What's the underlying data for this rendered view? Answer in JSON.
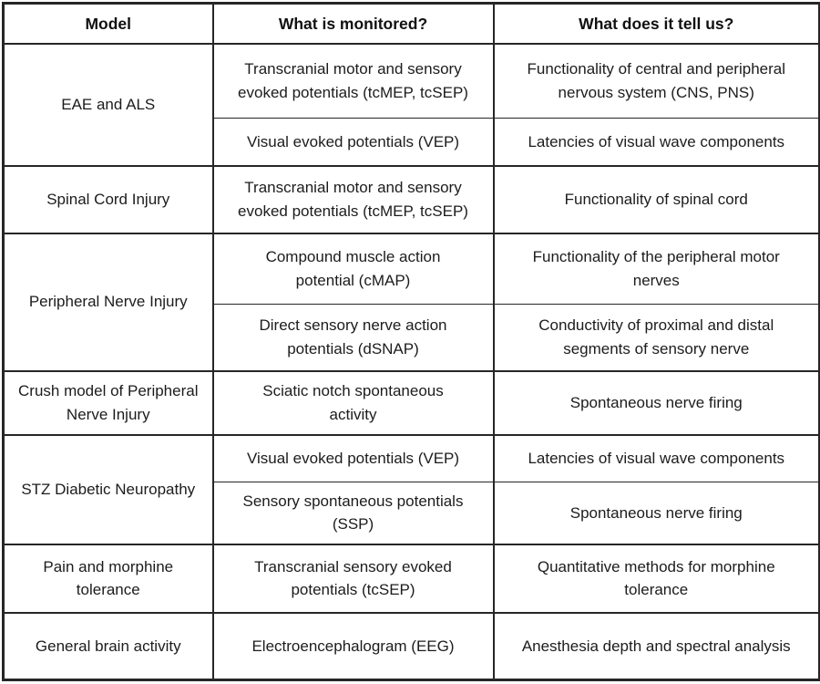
{
  "colors": {
    "background": "#ffffff",
    "border": "#262626",
    "text": "#1c1c1c"
  },
  "table": {
    "headers": [
      "Model",
      "What is monitored?",
      "What does it tell us?"
    ],
    "groups": [
      {
        "model": "EAE and ALS",
        "rows": [
          {
            "monitored": "Transcranial motor and sensory evoked potentials (tcMEP, tcSEP)",
            "tells": "Functionality of central and peripheral nervous system (CNS, PNS)"
          },
          {
            "monitored": "Visual evoked potentials (VEP)",
            "tells": "Latencies of visual wave components"
          }
        ]
      },
      {
        "model": "Spinal Cord Injury",
        "rows": [
          {
            "monitored": "Transcranial motor and sensory evoked potentials (tcMEP, tcSEP)",
            "tells": "Functionality of spinal cord"
          }
        ]
      },
      {
        "model": "Peripheral Nerve Injury",
        "rows": [
          {
            "monitored": "Compound muscle action potential (cMAP)",
            "tells": "Functionality of the peripheral motor nerves"
          },
          {
            "monitored": "Direct sensory nerve action potentials (dSNAP)",
            "tells": "Conductivity of proximal and distal segments of sensory nerve"
          }
        ]
      },
      {
        "model": "Crush model of Peripheral Nerve Injury",
        "rows": [
          {
            "monitored": "Sciatic notch spontaneous activity",
            "tells": "Spontaneous nerve firing"
          }
        ]
      },
      {
        "model": "STZ Diabetic Neuropathy",
        "rows": [
          {
            "monitored": "Visual evoked potentials (VEP)",
            "tells": "Latencies of visual wave components"
          },
          {
            "monitored": "Sensory spontaneous potentials (SSP)",
            "tells": "Spontaneous nerve firing"
          }
        ]
      },
      {
        "model": "Pain and morphine tolerance",
        "rows": [
          {
            "monitored": "Transcranial sensory evoked potentials (tcSEP)",
            "tells": "Quantitative methods for morphine tolerance"
          }
        ]
      },
      {
        "model": "General brain activity",
        "rows": [
          {
            "monitored": "Electroencephalogram (EEG)",
            "tells": "Anesthesia depth and spectral analysis"
          }
        ]
      }
    ]
  }
}
